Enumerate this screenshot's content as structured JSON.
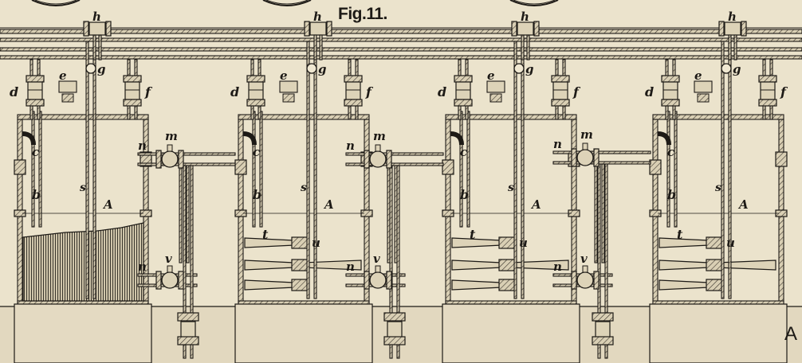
{
  "figure": {
    "title": "Fig.11.",
    "corner_mark": "A"
  },
  "part_labels": {
    "h": "h",
    "g": "g",
    "e": "e",
    "d": "d",
    "f": "f",
    "c": "c",
    "b": "b",
    "s": "s",
    "A": "A",
    "n": "n",
    "m": "m",
    "v": "v",
    "t": "t",
    "u": "u"
  },
  "units": [
    {
      "id": "unit-1",
      "cut_open": true
    },
    {
      "id": "unit-2",
      "cut_open": false
    },
    {
      "id": "unit-3",
      "cut_open": false
    },
    {
      "id": "unit-4",
      "cut_open": false
    }
  ],
  "colors": {
    "paper": "#ebe3cc",
    "ink": "#1d1a16",
    "hatch": "#3a342c",
    "pedestal": "#e2d8bf"
  }
}
